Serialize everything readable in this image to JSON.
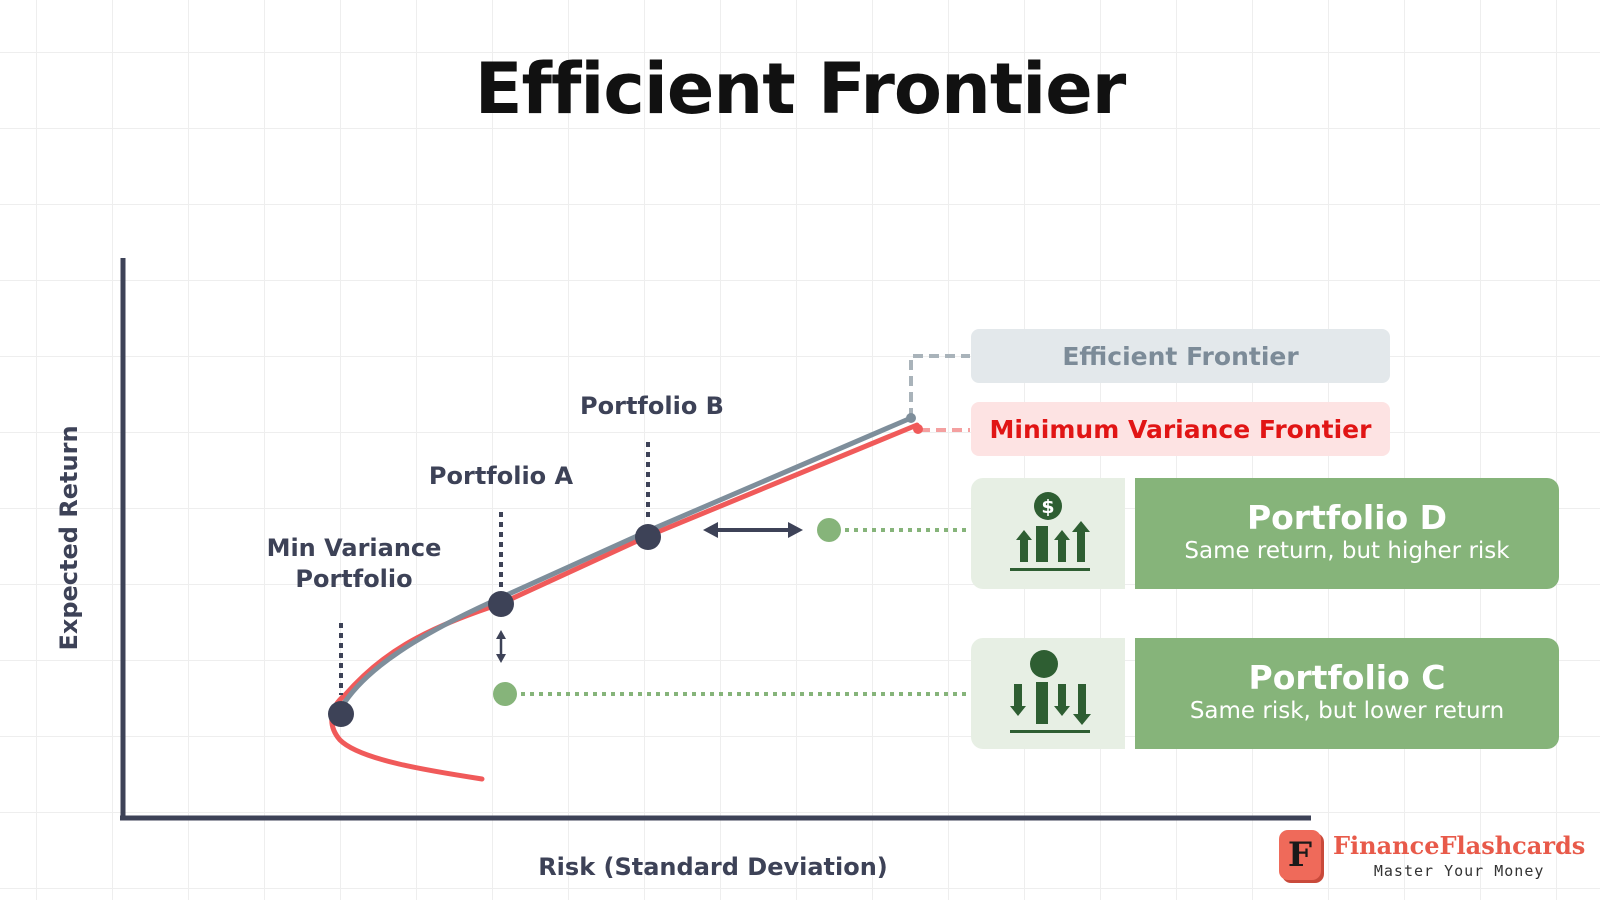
{
  "title": "Efficient Frontier",
  "axes": {
    "x_label": "Risk (Standard Deviation)",
    "y_label": "Expected Return"
  },
  "points": {
    "min_variance_line1": "Min Variance",
    "min_variance_line2": "Portfolio",
    "portfolio_a": "Portfolio A",
    "portfolio_b": "Portfolio B"
  },
  "legend": {
    "efficient_frontier": "Efficient Frontier",
    "minimum_variance_frontier": "Minimum Variance Frontier"
  },
  "cards": {
    "d": {
      "title": "Portfolio D",
      "subtitle": "Same return, but higher risk",
      "icon": "money-bars-up-icon"
    },
    "c": {
      "title": "Portfolio C",
      "subtitle": "Same risk, but lower return",
      "icon": "coin-bars-down-icon"
    }
  },
  "brand": {
    "logo_letter": "F",
    "name": "FinanceFlashcards",
    "tagline": "Master Your Money"
  },
  "colors": {
    "efficient_frontier": "#7e8e9b",
    "minimum_variance_frontier": "#f05a5a",
    "portfolio_marker": "#3d4257",
    "green_marker": "#86b47a",
    "card_green": "#86b47a",
    "brand": "#e85a4a"
  }
}
